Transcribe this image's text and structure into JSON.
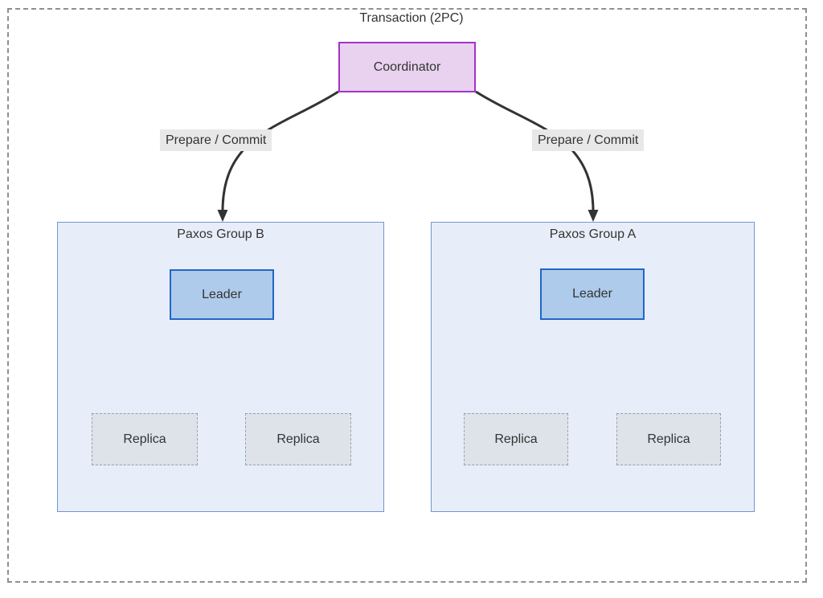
{
  "diagram": {
    "title": "Transaction (2PC)",
    "nodes": {
      "coordinator": "Coordinator"
    },
    "edges": [
      {
        "from": "Coordinator",
        "to": "Paxos Group B",
        "label": "Prepare / Commit"
      },
      {
        "from": "Coordinator",
        "to": "Paxos Group A",
        "label": "Prepare / Commit"
      }
    ],
    "groups": [
      {
        "name": "Paxos Group B",
        "leader": "Leader",
        "replicas": [
          "Replica",
          "Replica"
        ]
      },
      {
        "name": "Paxos Group A",
        "leader": "Leader",
        "replicas": [
          "Replica",
          "Replica"
        ]
      }
    ],
    "colors": {
      "coordinator_fill": "#e8d2ef",
      "coordinator_border": "#a433c8",
      "group_fill": "#e8eef9",
      "group_border": "#6f97d0",
      "leader_fill": "#aecbeb",
      "leader_border": "#2166c5",
      "replica_fill": "#dee3e9",
      "replica_border": "#94a1ab",
      "edge_label_bg": "#e8e8e8",
      "line_color": "#333333",
      "outer_border": "#8f8f8f",
      "text_color": "#333333"
    }
  }
}
